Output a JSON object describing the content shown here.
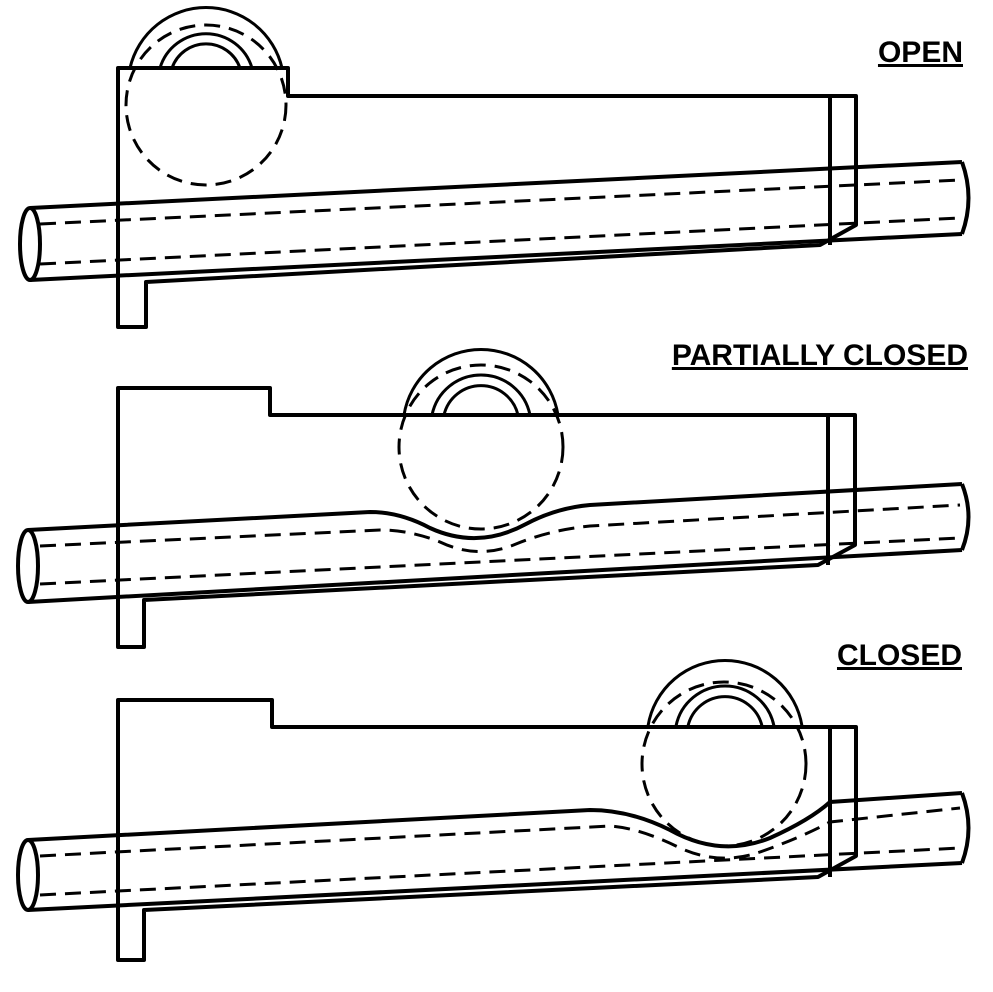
{
  "panels": [
    {
      "id": "open",
      "label": "OPEN"
    },
    {
      "id": "partially-closed",
      "label": "PARTIALLY CLOSED"
    },
    {
      "id": "closed",
      "label": "CLOSED"
    }
  ],
  "colors": {
    "line": "#000000",
    "background": "#ffffff"
  }
}
